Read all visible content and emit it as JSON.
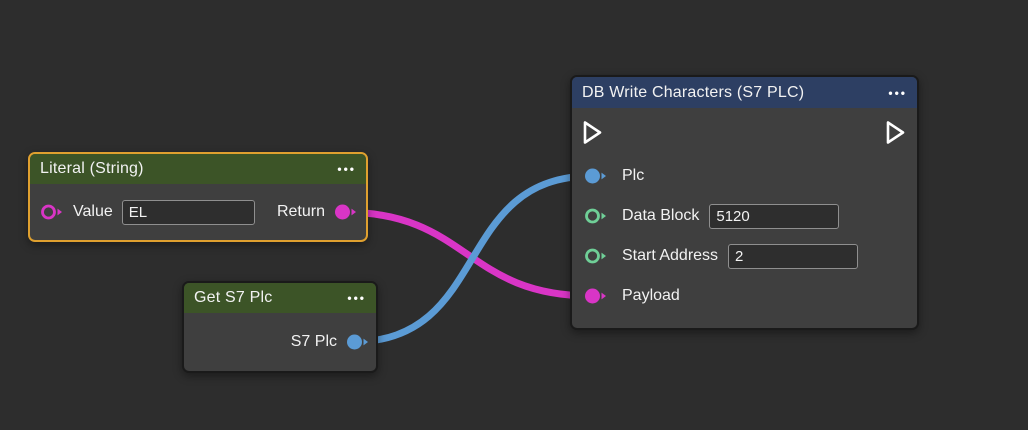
{
  "canvas": {
    "background": "#2d2d2d"
  },
  "palette": {
    "node_body": "#3f3f3f",
    "node_border": "#1a1a1a",
    "selected_border": "#dfa02f",
    "header_green": "#3c5427",
    "header_navy": "#2d3f63",
    "magenta": "#d935c6",
    "blue": "#5b9bd5",
    "mint": "#6fcf97",
    "field_bg": "#2e2e2e",
    "field_border": "#8f8f8f",
    "text": "#f2f2f2"
  },
  "icons": {
    "ellipsis": "•••",
    "exec_arrow": "outlined-right-triangle",
    "port_filled": "filled-circle-with-arrow",
    "port_hollow": "hollow-circle-with-arrow"
  },
  "nodes": {
    "literal": {
      "title": "Literal (String)",
      "selected": true,
      "value_label": "Value",
      "value_text": "EL",
      "return_label": "Return"
    },
    "get_plc": {
      "title": "Get S7 Plc",
      "output_label": "S7 Plc"
    },
    "db_write": {
      "title": "DB Write Characters (S7 PLC)",
      "plc_label": "Plc",
      "data_block_label": "Data Block",
      "data_block_value": "5120",
      "start_address_label": "Start Address",
      "start_address_value": "2",
      "payload_label": "Payload"
    }
  },
  "connections": [
    {
      "from": "Literal (String).Return",
      "to": "DB Write Characters (S7 PLC).Payload",
      "color": "#d935c6"
    },
    {
      "from": "Get S7 Plc.S7 Plc",
      "to": "DB Write Characters (S7 PLC).Plc",
      "color": "#5b9bd5"
    }
  ]
}
